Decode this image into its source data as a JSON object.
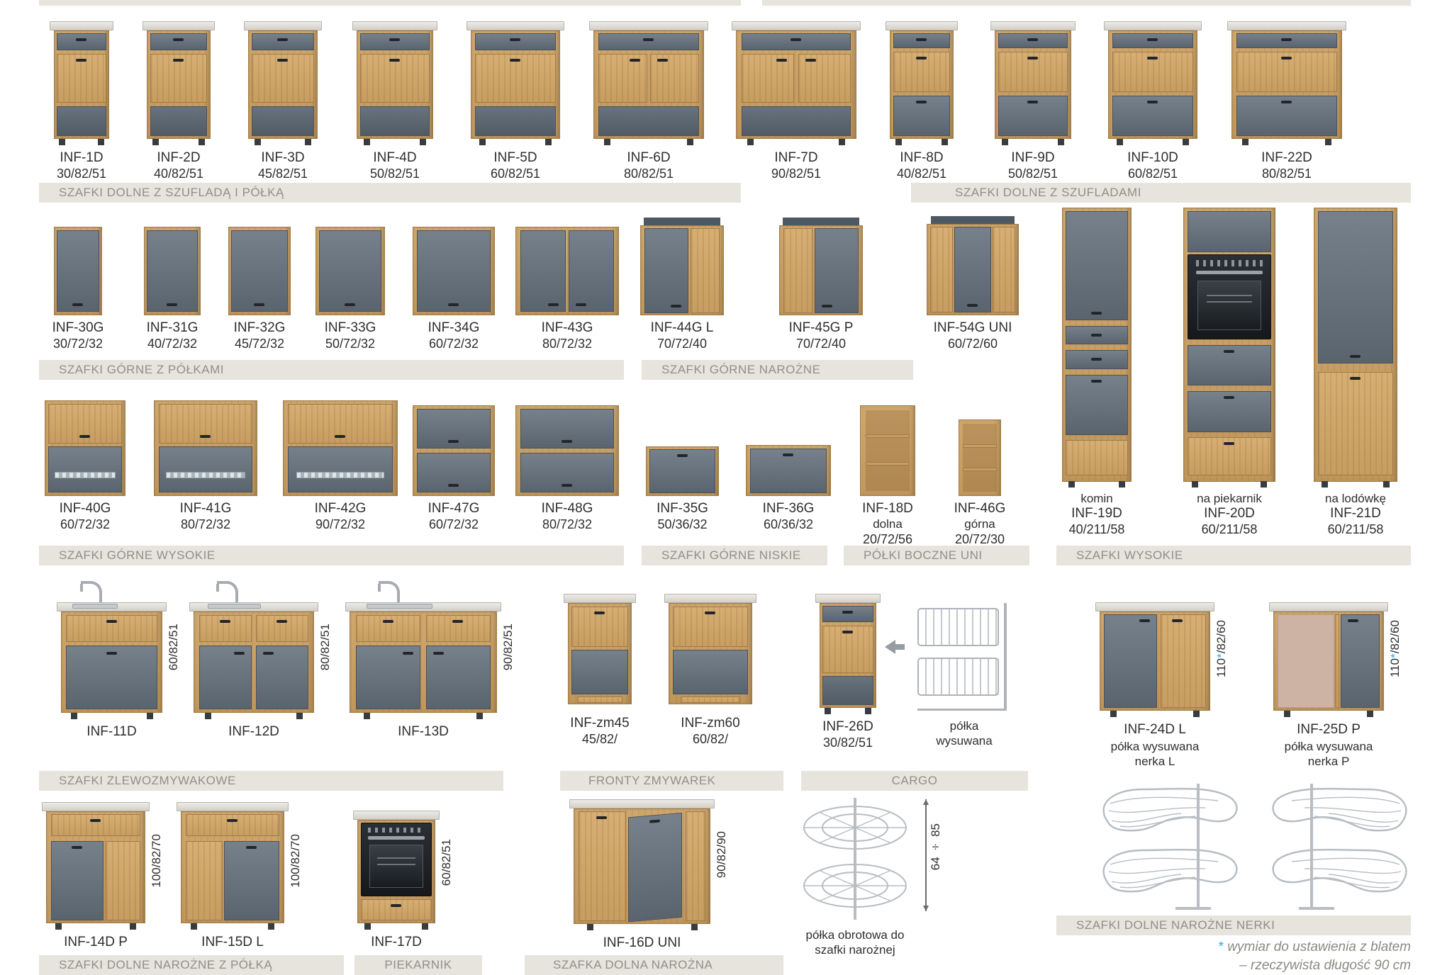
{
  "colors": {
    "accent": "#29abe2",
    "wood": "#cfa76d",
    "front_gray": "#5f6973",
    "bar_bg": "#e6e4dd",
    "bar_text": "#8f8f88"
  },
  "sections": {
    "dolne_szuflada_polka": "SZAFKI DOLNE Z SZUFLADĄ I PÓŁKĄ",
    "dolne_szuflady": "SZAFKI DOLNE Z SZUFLADAMI",
    "gorne_polki": "SZAFKI GÓRNE Z PÓŁKAMI",
    "gorne_narozne": "SZAFKI GÓRNE NAROŻNE",
    "gorne_wysokie": "SZAFKI GÓRNE WYSOKIE",
    "gorne_niskie": "SZAFKI GÓRNE NISKIE",
    "polki_boczne": "PÓŁKI BOCZNE UNI",
    "wysokie": "SZAFKI WYSOKIE",
    "zlewozmywakowe": "SZAFKI ZLEWOZMYWAKOWE",
    "fronty_zmywarek": "FRONTY ZMYWAREK",
    "cargo_bar": "CARGO",
    "nerki": "SZAFKI DOLNE NAROŻNE NERKI",
    "dolne_narozne_polka": "SZAFKI DOLNE NAROŻNE Z PÓŁKĄ",
    "piekarnik": "PIEKARNIK",
    "dolna_narozna": "SZAFKA DOLNA NAROŻNA"
  },
  "r1": [
    {
      "code": "INF-1D",
      "dims": "30/82/51"
    },
    {
      "code": "INF-2D",
      "dims": "40/82/51"
    },
    {
      "code": "INF-3D",
      "dims": "45/82/51"
    },
    {
      "code": "INF-4D",
      "dims": "50/82/51"
    },
    {
      "code": "INF-5D",
      "dims": "60/82/51"
    },
    {
      "code": "INF-6D",
      "dims": "80/82/51"
    },
    {
      "code": "INF-7D",
      "dims": "90/82/51"
    },
    {
      "code": "INF-8D",
      "dims": "40/82/51"
    },
    {
      "code": "INF-9D",
      "dims": "50/82/51"
    },
    {
      "code": "INF-10D",
      "dims": "60/82/51"
    },
    {
      "code": "INF-22D",
      "dims": "80/82/51"
    }
  ],
  "r2": [
    {
      "code": "INF-30G",
      "dims": "30/72/32"
    },
    {
      "code": "INF-31G",
      "dims": "40/72/32"
    },
    {
      "code": "INF-32G",
      "dims": "45/72/32"
    },
    {
      "code": "INF-33G",
      "dims": "50/72/32"
    },
    {
      "code": "INF-34G",
      "dims": "60/72/32"
    },
    {
      "code": "INF-43G",
      "dims": "80/72/32"
    },
    {
      "code": "INF-44G L",
      "dims": "70/72/40"
    },
    {
      "code": "INF-45G P",
      "dims": "70/72/40"
    },
    {
      "code": "INF-54G UNI",
      "dims": "60/72/60"
    }
  ],
  "tall": [
    {
      "top": "komin",
      "code": "INF-19D",
      "dims": "40/211/58"
    },
    {
      "top": "na piekarnik",
      "code": "INF-20D",
      "dims": "60/211/58"
    },
    {
      "top": "na lodówkę",
      "code": "INF-21D",
      "dims": "60/211/58"
    }
  ],
  "r3": [
    {
      "code": "INF-40G",
      "dims": "60/72/32"
    },
    {
      "code": "INF-41G",
      "dims": "80/72/32"
    },
    {
      "code": "INF-42G",
      "dims": "90/72/32"
    },
    {
      "code": "INF-47G",
      "dims": "60/72/32"
    },
    {
      "code": "INF-48G",
      "dims": "80/72/32"
    },
    {
      "code": "INF-35G",
      "dims": "50/36/32"
    },
    {
      "code": "INF-36G",
      "dims": "60/36/32"
    }
  ],
  "shelves": [
    {
      "code": "INF-18D",
      "sub": "dolna",
      "dims": "20/72/56"
    },
    {
      "code": "INF-46G",
      "sub": "górna",
      "dims": "20/72/30"
    }
  ],
  "sink": [
    {
      "code": "INF-11D",
      "dims": "60/82/51"
    },
    {
      "code": "INF-12D",
      "dims": "80/82/51"
    },
    {
      "code": "INF-13D",
      "dims": "90/82/51"
    }
  ],
  "dw": [
    {
      "code": "INF-zm45",
      "dims": "45/82/"
    },
    {
      "code": "INF-zm60",
      "dims": "60/82/"
    }
  ],
  "cargo": {
    "code": "INF-26D",
    "dims": "30/82/51",
    "label": "półka wysuwana"
  },
  "nerka": [
    {
      "code": "INF-24D L",
      "sub": "półka wysuwana nerka L",
      "dim_n": "110",
      "dim_star": "*",
      "dim_rest": "/82/60"
    },
    {
      "code": "INF-25D P",
      "sub": "półka wysuwana nerka P",
      "dim_n": "110",
      "dim_star": "*",
      "dim_rest": "/82/60"
    }
  ],
  "r5": [
    {
      "code": "INF-14D P",
      "vdim": "100/82/70"
    },
    {
      "code": "INF-15D L",
      "vdim": "100/82/70"
    },
    {
      "code": "INF-17D",
      "vdim": "60/82/51"
    },
    {
      "code": "INF-16D UNI",
      "vdim": "90/82/90"
    }
  ],
  "carousel": {
    "label": "półka obrotowa do szafki narożnej",
    "range": "64 ÷ 85"
  },
  "footnote": {
    "star": "*",
    "line1": "wymiar do ustawienia z blatem",
    "line2": "– rzeczywista długość 90 cm"
  }
}
